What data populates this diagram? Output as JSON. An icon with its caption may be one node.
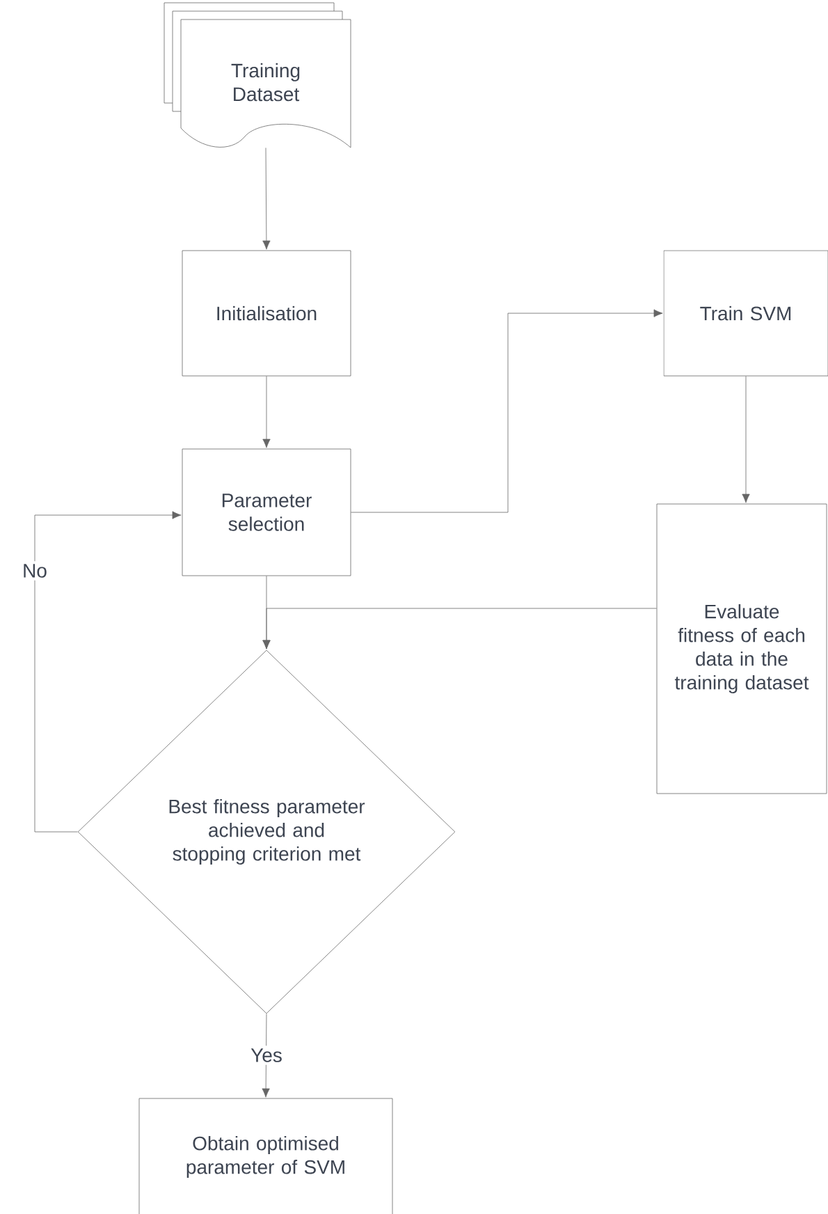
{
  "diagram": {
    "nodes": [
      {
        "text": [
          "Training Dataset"
        ]
      },
      {
        "text": [
          "Initialisation"
        ]
      },
      {
        "text": [
          "Parameter selection"
        ]
      },
      {
        "text": [
          "Train SVM"
        ]
      },
      {
        "text": [
          "Evaluate fitness of each data in the training dataset"
        ]
      },
      {
        "text": [
          "Best fitness parameter achieved and stopping criterion met"
        ]
      },
      {
        "text": [
          "Obtain optimised parameter of SVM"
        ]
      }
    ],
    "edges": [
      {
        "from": 0,
        "to": 1,
        "arrow": "to"
      },
      {
        "from": 1,
        "to": 2,
        "arrow": "to"
      },
      {
        "from": 2,
        "to": 3,
        "arrow": "to"
      },
      {
        "from": 3,
        "to": 4,
        "arrow": "to"
      },
      {
        "from": 2,
        "to": 5,
        "arrow": "to"
      },
      {
        "from": 4,
        "to": 5,
        "arrow": "to"
      },
      {
        "from": 5,
        "to": 2,
        "arrow": "to",
        "label": "No"
      },
      {
        "from": 5,
        "to": 6,
        "arrow": "to",
        "label": "Yes"
      }
    ]
  }
}
